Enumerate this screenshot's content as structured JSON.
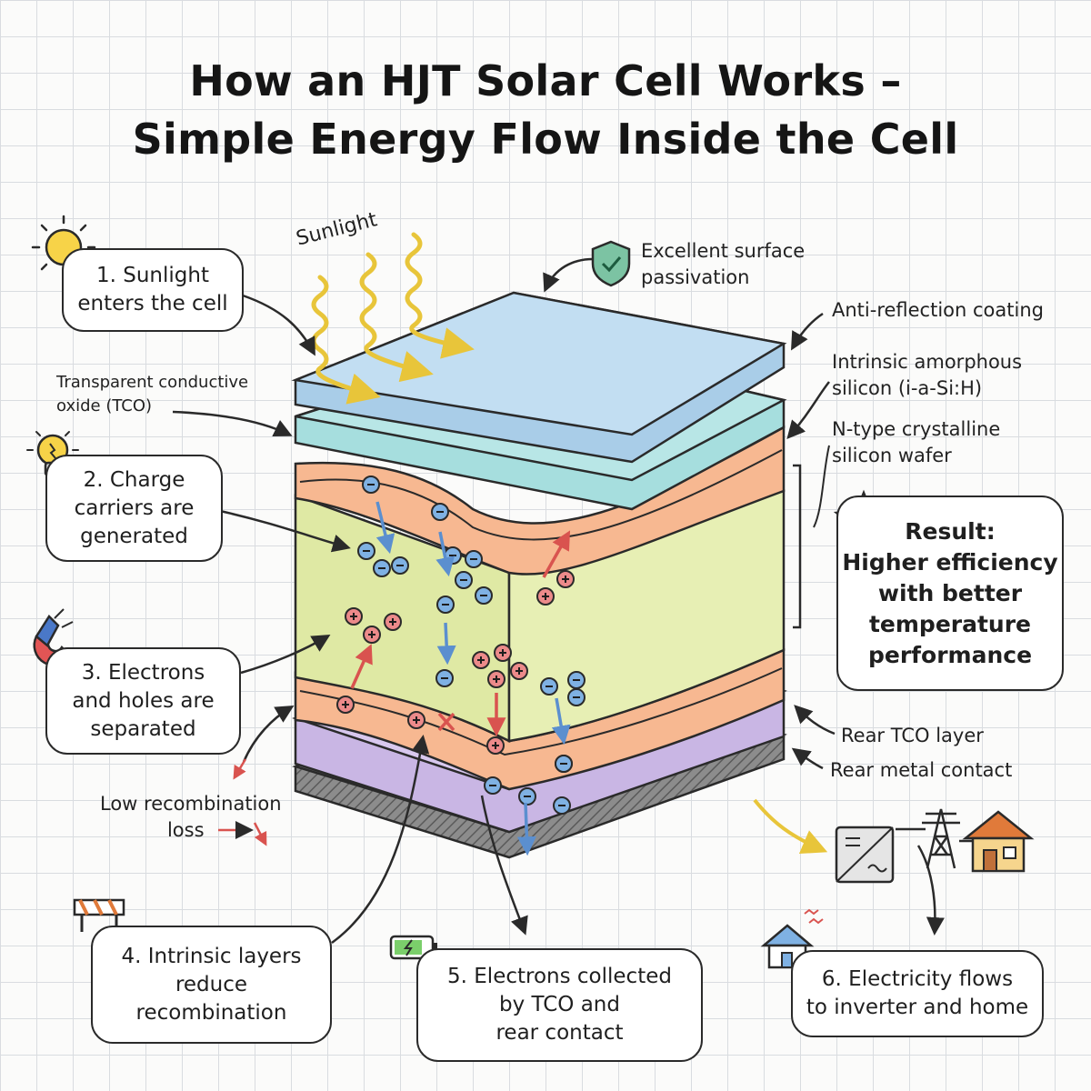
{
  "title": {
    "line1": "How an HJT Solar Cell Works –",
    "line2": "Simple Energy Flow Inside the Cell"
  },
  "sunlight_label": "Sunlight",
  "steps": [
    {
      "id": 1,
      "lines": [
        "1. Sunlight",
        "enters the cell"
      ],
      "icon": "sun-icon"
    },
    {
      "id": 2,
      "lines": [
        "2. Charge",
        "carriers are",
        "generated"
      ],
      "icon": "lightbulb-icon"
    },
    {
      "id": 3,
      "lines": [
        "3. Electrons",
        "and holes are",
        "separated"
      ],
      "icon": "magnet-icon"
    },
    {
      "id": 4,
      "lines": [
        "4. Intrinsic layers",
        "reduce",
        "recombination"
      ],
      "icon": "barrier-icon"
    },
    {
      "id": 5,
      "lines": [
        "5. Electrons collected",
        "by TCO and",
        "rear contact"
      ],
      "icon": "battery-icon"
    },
    {
      "id": 6,
      "lines": [
        "6. Electricity flows",
        "to inverter and home"
      ],
      "icon": "house-icon"
    }
  ],
  "layer_labels": {
    "surface_passivation": [
      "Excellent surface",
      "passivation"
    ],
    "anti_reflection": "Anti-reflection coating",
    "intrinsic": [
      "Intrinsic amorphous",
      "silicon (i-a-Si:H)"
    ],
    "ntype": [
      "N-type crystalline",
      "silicon wafer"
    ],
    "tco": [
      "Transparent conductive",
      "oxide (TCO)"
    ],
    "rear_tco": "Rear TCO layer",
    "rear_metal": "Rear metal contact",
    "low_recombination": [
      "Low recombination",
      "loss"
    ]
  },
  "result": {
    "head": "Result:",
    "lines": [
      "Higher efficiency",
      "with better",
      "temperature",
      "performance"
    ],
    "icon": "star-icon"
  },
  "icons": {
    "shield": "shield-check-icon",
    "inverter": "inverter-icon",
    "tower": "power-tower-icon",
    "home": "house-icon"
  },
  "colors": {
    "anti_reflection": "#b9d8ee",
    "tco": "#a6dede",
    "intrinsic": "#f7b891",
    "wafer": "#e2ecab",
    "rear_tco": "#c9b6e4",
    "rear_metal": "#8a8a8a",
    "electron": "#7fb1e3",
    "hole": "#ec8a8a"
  }
}
